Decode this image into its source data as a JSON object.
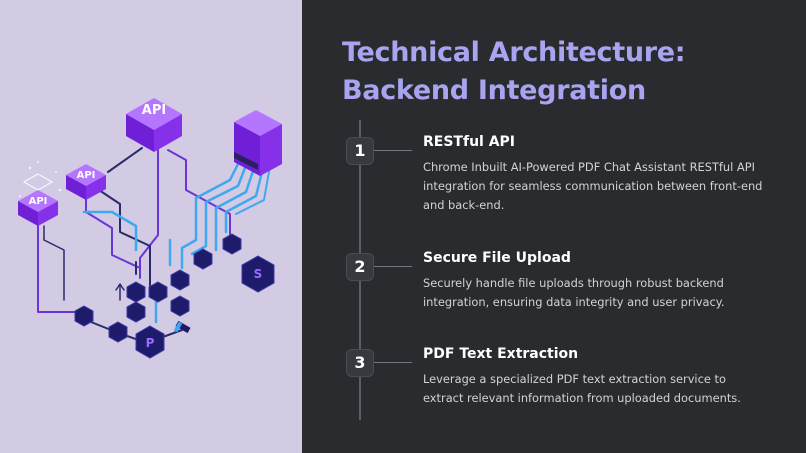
{
  "slide": {
    "title_lines": [
      "Technical Architecture:",
      "Backend Integration"
    ],
    "steps": [
      {
        "number": "1",
        "title": "RESTful API",
        "description": "Chrome Inbuilt AI-Powered PDF Chat Assistant RESTful API integration for seamless communication between front-end and back-end."
      },
      {
        "number": "2",
        "title": "Secure File Upload",
        "description": "Securely handle file uploads through robust backend integration, ensuring data integrity and user privacy."
      },
      {
        "number": "3",
        "title": "PDF Text Extraction",
        "description": "Leverage a specialized PDF text extraction service to extract relevant information from uploaded documents."
      }
    ],
    "illustration": {
      "api_labels": [
        "API",
        "API",
        "API"
      ],
      "node_labels": [
        "P",
        "S"
      ]
    }
  },
  "colors": {
    "accent": "#a8a4f0",
    "background": "#2a2b2f",
    "illustration_background": "#d3cbe3"
  }
}
